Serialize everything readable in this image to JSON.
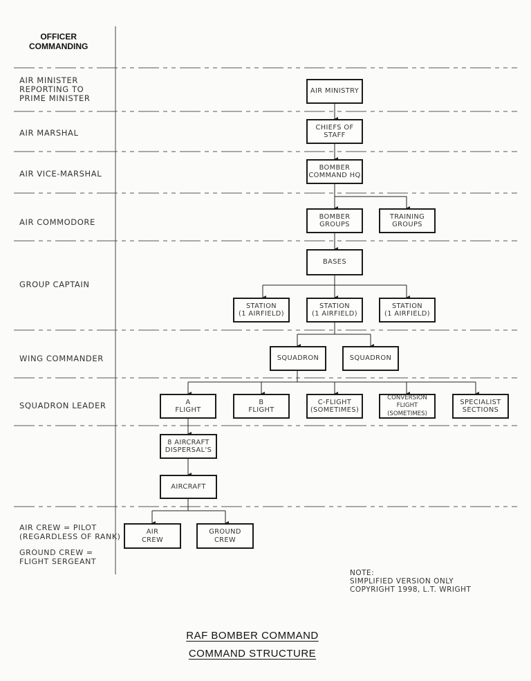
{
  "header": {
    "column_title": "OFFICER\nCOMMANDING"
  },
  "ranks": [
    {
      "id": "air-minister",
      "label": "AIR MINISTER\nREPORTING TO\nPRIME MINISTER"
    },
    {
      "id": "air-marshal",
      "label": "AIR MARSHAL"
    },
    {
      "id": "air-vice-marshal",
      "label": "AIR VICE-MARSHAL"
    },
    {
      "id": "air-commodore",
      "label": "AIR COMMODORE"
    },
    {
      "id": "group-captain",
      "label": "GROUP CAPTAIN"
    },
    {
      "id": "wing-commander",
      "label": "WING COMMANDER"
    },
    {
      "id": "squadron-leader",
      "label": "SQUADRON LEADER"
    },
    {
      "id": "crew-note-1",
      "label": "AIR CREW = PILOT\n(REGARDLESS OF RANK)"
    },
    {
      "id": "crew-note-2",
      "label": "GROUND CREW =\nFLIGHT SERGEANT"
    }
  ],
  "nodes": {
    "air_ministry": "AIR MINISTRY",
    "chiefs_of_staff": "CHIEFS OF\nSTAFF",
    "bomber_command_hq": "BOMBER\nCOMMAND HQ",
    "bomber_groups": "BOMBER\nGROUPS",
    "training_groups": "TRAINING\nGROUPS",
    "bases": "BASES",
    "station_left": "STATION\n(1 AIRFIELD)",
    "station_center": "STATION\n(1 AIRFIELD)",
    "station_right": "STATION\n(1 AIRFIELD)",
    "squadron_1": "SQUADRON",
    "squadron_2": "SQUADRON",
    "a_flight": "A\nFLIGHT",
    "b_flight": "B\nFLIGHT",
    "c_flight": "C-FLIGHT\n(SOMETIMES)",
    "conversion_flight": "CONVERSION\nFLIGHT (SOMETIMES)",
    "specialist_sections": "SPECIALIST\nSECTIONS",
    "dispersals": "8 AIRCRAFT\nDISPERSAL'S",
    "aircraft": "AIRCRAFT",
    "air_crew": "AIR\nCREW",
    "ground_crew": "GROUND\nCREW"
  },
  "note": "NOTE:\nSIMPLIFIED VERSION ONLY\nCOPYRIGHT 1998, L.T. WRIGHT",
  "title": {
    "line1": "RAF BOMBER COMMAND",
    "line2": "COMMAND STRUCTURE"
  },
  "colors": {
    "line": "#1a1a1a",
    "dash": "#555555",
    "paper": "#fbfbfa"
  }
}
